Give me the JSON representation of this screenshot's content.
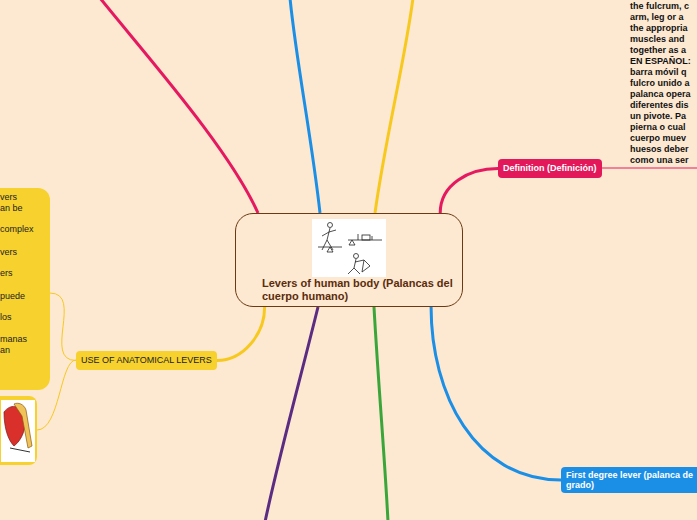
{
  "diagram": {
    "nodes": [
      {
        "text": [
          "Levers of human body (Palancas del cuerpo humano)"
        ]
      },
      {
        "text": [
          "Definition (Definición)"
        ]
      },
      {
        "text": [
          "First degree lever (palanca de grado)"
        ]
      },
      {
        "text": [
          "USE OF ANATOMICAL LEVERS"
        ]
      },
      {
        "text": [
          "vers",
          "an be",
          "complex",
          "vers",
          "ers",
          "puede",
          "los",
          "manas",
          "an"
        ]
      }
    ],
    "edges": [
      {
        "from": 0,
        "to": 1,
        "arrow": "none"
      },
      {
        "from": 0,
        "to": 2,
        "arrow": "none"
      },
      {
        "from": 0,
        "to": 3,
        "arrow": "none"
      },
      {
        "from": 3,
        "to": 4,
        "arrow": "none"
      }
    ],
    "labels": [
      "the fulcrum, c",
      "arm, leg or a",
      "the appropria",
      "muscles and",
      "together as a",
      "EN ESPAÑOL:",
      "barra móvil q",
      "fulcro unido a",
      "palanca opera",
      "diferentes dis",
      "un pivote. Pa",
      "pierna o cual",
      "cuerpo muev",
      "huesos deber",
      "como una ser"
    ]
  }
}
